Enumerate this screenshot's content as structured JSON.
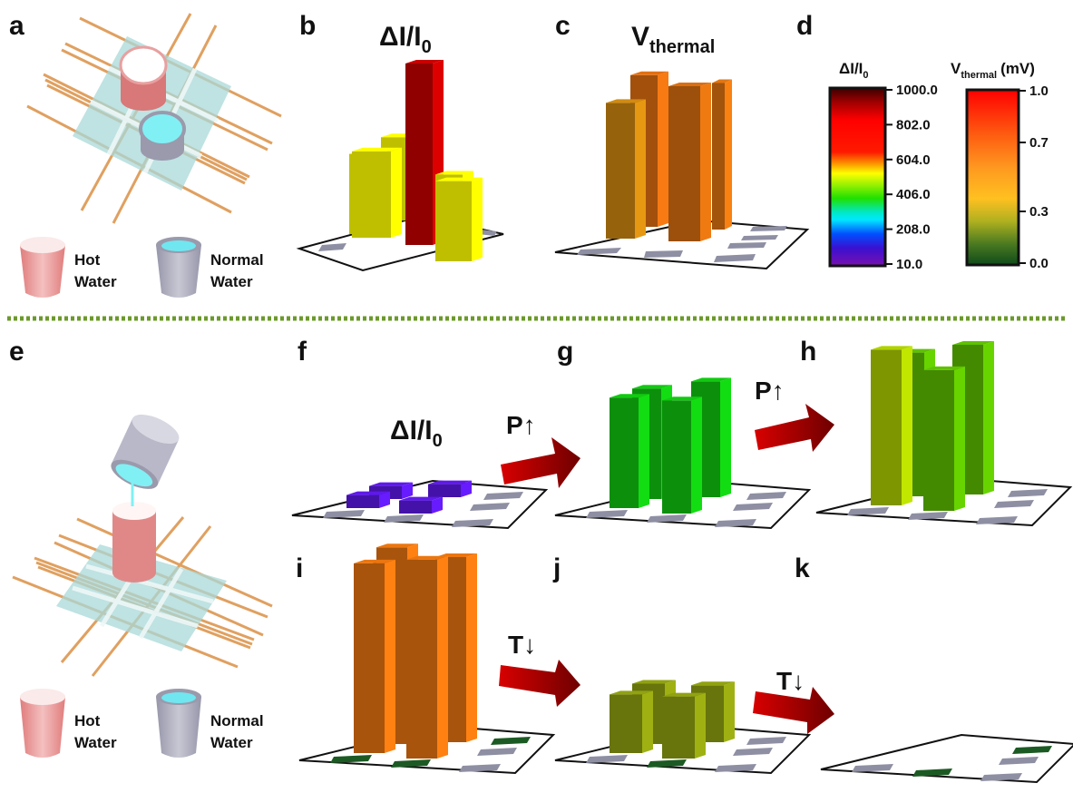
{
  "figure": {
    "panel_labels": {
      "a": "a",
      "b": "b",
      "c": "c",
      "d": "d",
      "e": "e",
      "f": "f",
      "g": "g",
      "h": "h",
      "i": "i",
      "j": "j",
      "k": "k"
    },
    "legend": {
      "hot_line1": "Hot",
      "hot_line2": "Water",
      "normal_line1": "Normal",
      "normal_line2": "Water"
    },
    "titles": {
      "di_main": "ΔI/I",
      "di_sub": "0",
      "v_main": "V",
      "v_sub": "thermal",
      "v_unit": "(mV)"
    },
    "arrows": {
      "pressure": "P↑",
      "temperature": "T↓"
    },
    "colors": {
      "separator": "#6b9a2a",
      "arrow_start": "#d40000",
      "arrow_end": "#6e0000",
      "pad": "#8e8fa3",
      "pad_active": "#1c5a24",
      "wire": "#e0a060",
      "sensor": "#a9d8d8",
      "hot_cup": "#e59090",
      "normal_cup": "#a9a9b8",
      "water": "#7ff0f0"
    }
  },
  "chart_data": [
    {
      "panel": "b",
      "type": "bar3d",
      "metric": "ΔI/I0",
      "grid": "3x3",
      "colorscale": "rainbow",
      "bars": [
        {
          "row": 0,
          "col": 0,
          "value": 520
        },
        {
          "row": 0,
          "col": 1,
          "value": 540
        },
        {
          "row": 0,
          "col": 2,
          "value": 0
        },
        {
          "row": 1,
          "col": 0,
          "value": 560
        },
        {
          "row": 1,
          "col": 1,
          "value": 1000
        },
        {
          "row": 1,
          "col": 2,
          "value": 480
        },
        {
          "row": 2,
          "col": 0,
          "value": 0
        },
        {
          "row": 2,
          "col": 1,
          "value": 520
        },
        {
          "row": 2,
          "col": 2,
          "value": 0
        }
      ]
    },
    {
      "panel": "c",
      "type": "bar3d",
      "metric": "Vthermal",
      "unit": "mV",
      "grid": "3x3",
      "bars": [
        {
          "row": 0,
          "col": 0,
          "value": 0.75
        },
        {
          "row": 0,
          "col": 1,
          "value": 0.88
        },
        {
          "row": 1,
          "col": 0,
          "value": 0.9
        },
        {
          "row": 1,
          "col": 1,
          "value": 0.85
        }
      ]
    },
    {
      "panel": "d",
      "type": "colorbar",
      "bars": [
        {
          "title": "ΔI/I0",
          "ticks": [
            "1000.0",
            "802.0",
            "604.0",
            "406.0",
            "208.0",
            "10.0"
          ],
          "range": [
            10,
            1000
          ]
        },
        {
          "title": "Vthermal (mV)",
          "ticks": [
            "1.0",
            "0.7",
            "0.3",
            "0.0"
          ],
          "range": [
            0,
            1
          ]
        }
      ]
    },
    {
      "panel": "f",
      "type": "bar3d",
      "metric": "ΔI/I0",
      "bars": [
        {
          "value": 120
        },
        {
          "value": 120
        },
        {
          "value": 120
        },
        {
          "value": 120
        }
      ]
    },
    {
      "panel": "g",
      "type": "bar3d",
      "metric": "ΔI/I0",
      "bars": [
        {
          "value": 420
        },
        {
          "value": 440
        },
        {
          "value": 420
        },
        {
          "value": 430
        }
      ]
    },
    {
      "panel": "h",
      "type": "bar3d",
      "metric": "ΔI/I0",
      "bars": [
        {
          "value": 480
        },
        {
          "value": 500
        },
        {
          "value": 520
        },
        {
          "value": 470
        }
      ]
    },
    {
      "panel": "i",
      "type": "bar3d",
      "metric": "Vthermal",
      "unit": "mV",
      "bars": [
        {
          "value": 0.85
        },
        {
          "value": 0.8
        },
        {
          "value": 0.82
        },
        {
          "value": 0.86
        }
      ]
    },
    {
      "panel": "j",
      "type": "bar3d",
      "metric": "Vthermal",
      "unit": "mV",
      "bars": [
        {
          "value": 0.35
        },
        {
          "value": 0.33
        },
        {
          "value": 0.34
        },
        {
          "value": 0.36
        }
      ]
    },
    {
      "panel": "k",
      "type": "bar3d",
      "metric": "Vthermal",
      "unit": "mV",
      "bars": [
        {
          "value": 0.0
        },
        {
          "value": 0.0
        }
      ]
    }
  ]
}
